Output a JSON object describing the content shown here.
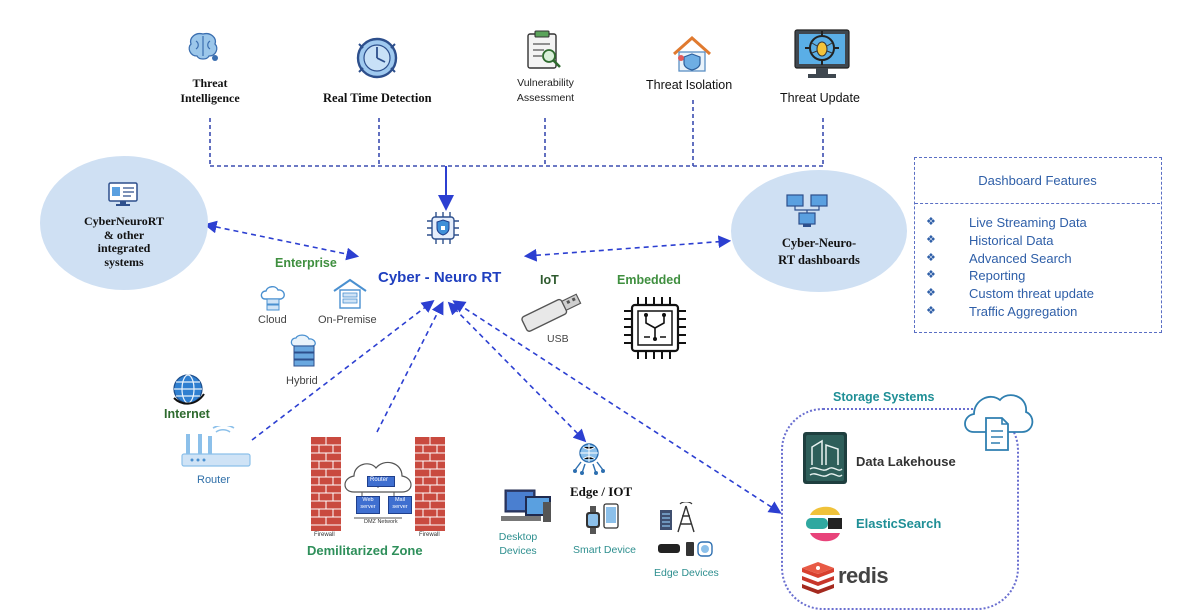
{
  "top_features": [
    {
      "icon": "brain-icon",
      "label_lines": [
        "Threat",
        "Intelligence"
      ]
    },
    {
      "icon": "radar-clock-icon",
      "label": "Real Time Detection"
    },
    {
      "icon": "clipboard-magnifier-icon",
      "label_lines": [
        "Vulnerability",
        "Assessment"
      ]
    },
    {
      "icon": "house-shield-icon",
      "label": "Threat Isolation"
    },
    {
      "icon": "monitor-bug-target-icon",
      "label": "Threat Update"
    }
  ],
  "center": {
    "label": "Cyber - Neuro RT",
    "icon": "shield-chip-icon",
    "color": "#1f3fbf"
  },
  "left_system": {
    "icon": "monitor-dashboard-icon",
    "label_lines": [
      "CyberNeuroRT",
      "& other",
      "integrated",
      "systems"
    ]
  },
  "right_system": {
    "icon": "network-monitors-icon",
    "label_lines": [
      "Cyber-Neuro-",
      "RT dashboards"
    ]
  },
  "dashboard_features": {
    "title": "Dashboard Features",
    "items": [
      "Live Streaming Data",
      "Historical Data",
      "Advanced Search",
      "Reporting",
      "Custom threat update",
      "Traffic Aggregation"
    ]
  },
  "enterprise": {
    "title": "Enterprise",
    "items": [
      {
        "icon": "cloud-server-icon",
        "label": "Cloud"
      },
      {
        "icon": "building-server-icon",
        "label": "On-Premise"
      },
      {
        "icon": "hybrid-cloud-icon",
        "label": "Hybrid"
      }
    ]
  },
  "deploy": {
    "iot": "IoT",
    "usb": "USB",
    "embedded": "Embedded"
  },
  "internet": {
    "title": "Internet",
    "router": "Router"
  },
  "dmz": {
    "title": "Demilitarized Zone",
    "firewall_left": "Firewall",
    "firewall_right": "Firewall",
    "router": "Router",
    "web_server": "Web server",
    "mail_server": "Mail server",
    "network": "DMZ Network"
  },
  "edge": {
    "title": "Edge / IOT",
    "desktop_lines": [
      "Desktop",
      "Devices"
    ],
    "smart": "Smart Device",
    "edge_devices": "Edge Devices"
  },
  "storage": {
    "title": "Storage Systems",
    "items": [
      {
        "icon": "lakehouse-icon",
        "label": "Data Lakehouse"
      },
      {
        "icon": "elastic-icon",
        "label": "ElasticSearch"
      },
      {
        "icon": "redis-icon",
        "label": "redis"
      }
    ]
  },
  "colors": {
    "arrow": "#2c3fd1",
    "ellipse": "#cfe0f3",
    "green": "#3f8f3f",
    "teal": "#1f8f96",
    "box_text": "#2f5fa8"
  }
}
